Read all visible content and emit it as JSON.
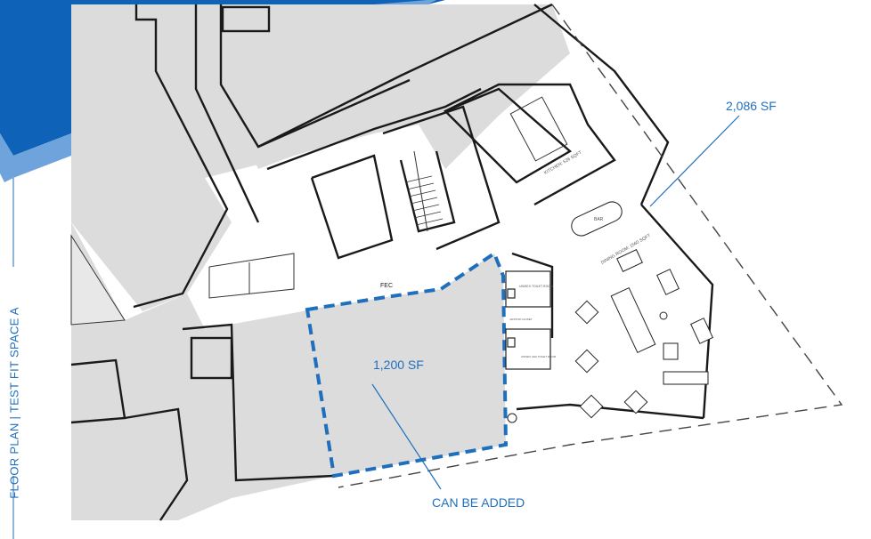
{
  "sidebar": {
    "title": "FLOOR PLAN | TEST FIT SPACE A"
  },
  "callouts": {
    "existing_area": "2,086 SF",
    "added_area": "1,200 SF",
    "added_note": "CAN BE ADDED"
  },
  "plan_labels": {
    "kitchen": "KITCHEN: 526 SQFT",
    "dining": "DINING ROOM: 1560 SQFT",
    "toilet_1": "UNISEX TOILET ROOM",
    "janitor": "JANITOR CLOSET",
    "toilet_2": "UNISEX ADA TOILET ROOM",
    "fec": "FEC",
    "bar": "BAR"
  },
  "colors": {
    "accent": "#1f6fbd",
    "accent_dark": "#0e63b8",
    "accent_light": "#6fa3dc",
    "plan_gray": "#dcdcdc"
  }
}
